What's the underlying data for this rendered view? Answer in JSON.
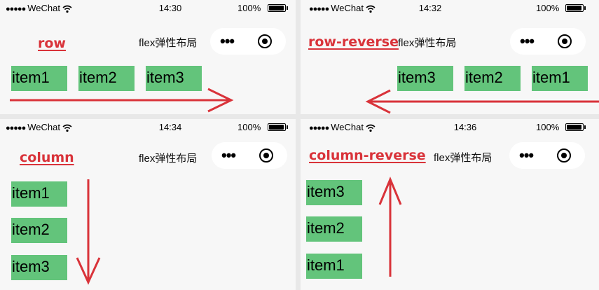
{
  "status_bar": {
    "signal_dots": "●●●●●",
    "carrier": "WeChat",
    "battery_percent": "100%"
  },
  "nav_title": "flex弹性布局",
  "panels": [
    {
      "time": "14:30",
      "mode": "row",
      "items": [
        "item1",
        "item2",
        "item3"
      ]
    },
    {
      "time": "14:32",
      "mode": "row-reverse",
      "items": [
        "item3",
        "item2",
        "item1"
      ]
    },
    {
      "time": "14:34",
      "mode": "column",
      "items": [
        "item1",
        "item2",
        "item3"
      ]
    },
    {
      "time": "14:36",
      "mode": "column-reverse",
      "items": [
        "item3",
        "item2",
        "item1"
      ]
    }
  ],
  "colors": {
    "accent_red": "#d9333a",
    "item_green": "#63c47b",
    "capsule_bg": "#ffffff",
    "page_bg": "#f7f7f7"
  },
  "icons": [
    "wifi-icon",
    "battery-icon",
    "more-icon",
    "record-icon",
    "arrow-right-icon",
    "arrow-left-icon",
    "arrow-down-icon",
    "arrow-up-icon"
  ]
}
